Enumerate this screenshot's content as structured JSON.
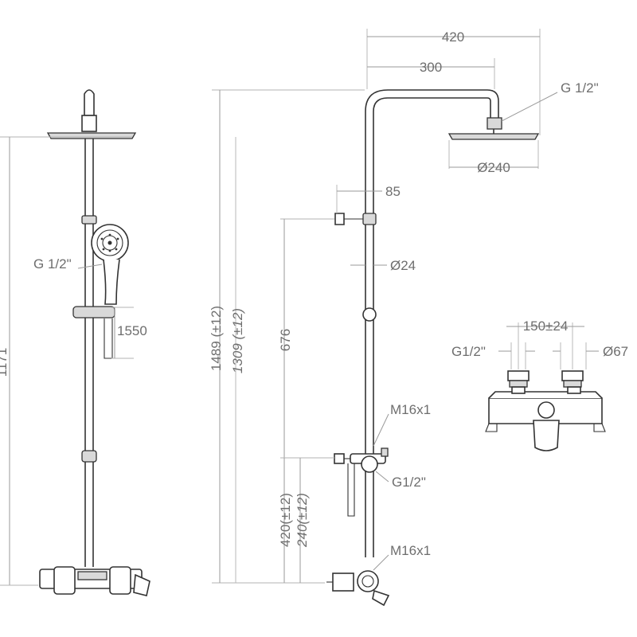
{
  "front_view": {
    "height_label": "1171",
    "hand_shower_thread_label": "G 1/2\"",
    "hose_length_label": "1550"
  },
  "side_view": {
    "arm_reach_label": "420",
    "arm_span_label": "300",
    "head_thread_label": "G 1/2\"",
    "head_diameter_label": "Ø240",
    "holder_offset_label": "85",
    "pipe_diameter_label": "Ø24",
    "total_height_label": "1489 (±12)",
    "pipe_height_label": "1309 (±12)",
    "holder_height_label": "676",
    "diverter_thread_label": "M16x1",
    "diverter_outlet_label": "G1/2\"",
    "upper_offset_label": "420(±12)",
    "lower_offset_label": "240(±12)",
    "mixer_thread_label": "M16x1"
  },
  "mixer_detail": {
    "spacing_label": "150±24",
    "inlet_thread_label": "G1/2\"",
    "escutcheon_diameter_label": "Ø67"
  }
}
